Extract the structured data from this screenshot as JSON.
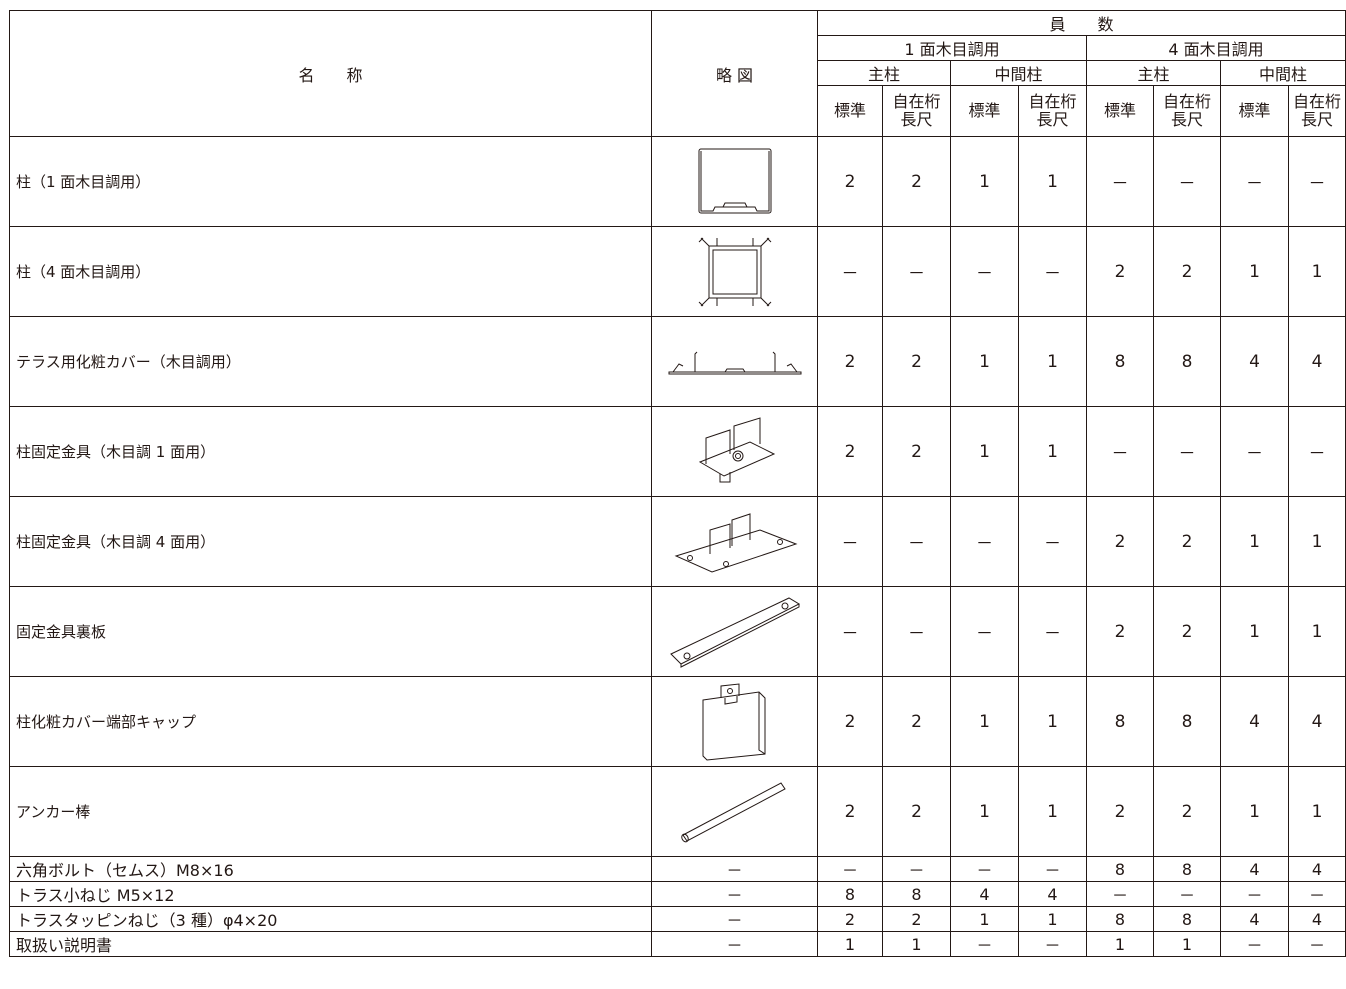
{
  "header": {
    "name": "名　　称",
    "diagram": "略 図",
    "count": "員　　数",
    "group_1": "1 面木目調用",
    "group_4": "4 面木目調用",
    "main_post": "主柱",
    "mid_post": "中間柱",
    "standard": "標準",
    "free_line1": "自在桁",
    "free_line2": "長尺"
  },
  "rows": [
    {
      "name": "柱（1 面木目調用）",
      "icon": "post-1-face-icon",
      "values": [
        "2",
        "2",
        "1",
        "1",
        "－",
        "－",
        "－",
        "－"
      ]
    },
    {
      "name": "柱（4 面木目調用）",
      "icon": "post-4-face-icon",
      "values": [
        "－",
        "－",
        "－",
        "－",
        "2",
        "2",
        "1",
        "1"
      ]
    },
    {
      "name": "テラス用化粧カバー（木目調用）",
      "icon": "terrace-cover-icon",
      "values": [
        "2",
        "2",
        "1",
        "1",
        "8",
        "8",
        "4",
        "4"
      ]
    },
    {
      "name": "柱固定金具（木目調 1 面用）",
      "icon": "post-bracket-1-face-icon",
      "values": [
        "2",
        "2",
        "1",
        "1",
        "－",
        "－",
        "－",
        "－"
      ]
    },
    {
      "name": "柱固定金具（木目調 4 面用）",
      "icon": "post-bracket-4-face-icon",
      "values": [
        "－",
        "－",
        "－",
        "－",
        "2",
        "2",
        "1",
        "1"
      ]
    },
    {
      "name": "固定金具裏板",
      "icon": "bracket-back-plate-icon",
      "values": [
        "－",
        "－",
        "－",
        "－",
        "2",
        "2",
        "1",
        "1"
      ]
    },
    {
      "name": "柱化粧カバー端部キャップ",
      "icon": "cover-end-cap-icon",
      "values": [
        "2",
        "2",
        "1",
        "1",
        "8",
        "8",
        "4",
        "4"
      ]
    },
    {
      "name": "アンカー棒",
      "icon": "anchor-rod-icon",
      "values": [
        "2",
        "2",
        "1",
        "1",
        "2",
        "2",
        "1",
        "1"
      ]
    },
    {
      "name": "六角ボルト（セムス）M8×16",
      "diagram": "－",
      "values": [
        "－",
        "－",
        "－",
        "－",
        "8",
        "8",
        "4",
        "4"
      ]
    },
    {
      "name": "トラス小ねじ M5×12",
      "diagram": "－",
      "values": [
        "8",
        "8",
        "4",
        "4",
        "－",
        "－",
        "－",
        "－"
      ]
    },
    {
      "name": "トラスタッピンねじ（3 種）φ4×20",
      "diagram": "－",
      "values": [
        "2",
        "2",
        "1",
        "1",
        "8",
        "8",
        "4",
        "4"
      ]
    },
    {
      "name": "取扱い説明書",
      "diagram": "－",
      "values": [
        "1",
        "1",
        "－",
        "－",
        "1",
        "1",
        "－",
        "－"
      ]
    }
  ]
}
